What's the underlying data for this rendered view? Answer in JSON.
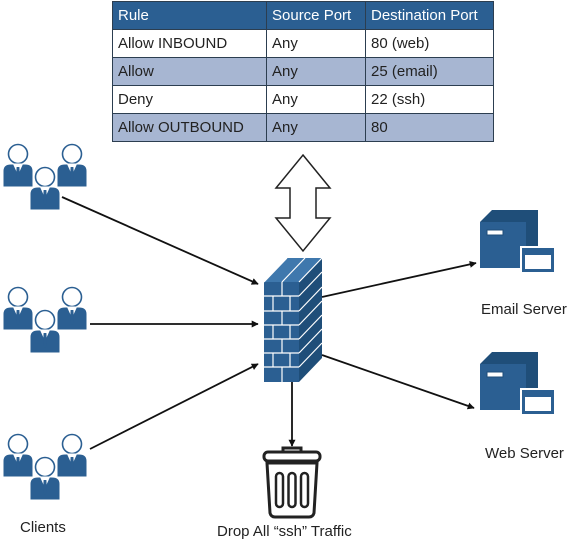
{
  "rules_table": {
    "headers": [
      "Rule",
      "Source Port",
      "Destination Port"
    ],
    "rows": [
      [
        "Allow INBOUND",
        "Any",
        "80 (web)"
      ],
      [
        "Allow",
        "Any",
        "25 (email)"
      ],
      [
        "Deny",
        "Any",
        "22 (ssh)"
      ],
      [
        "Allow OUTBOUND",
        "Any",
        "80"
      ]
    ]
  },
  "labels": {
    "clients": "Clients",
    "email_server": "Email Server",
    "web_server": "Web Server",
    "trash": "Drop All “ssh” Traffic"
  },
  "colors": {
    "header_bg": "#2b5f92",
    "alt_row_bg": "#a7b6d2",
    "icon_blue": "#2b5f92"
  }
}
